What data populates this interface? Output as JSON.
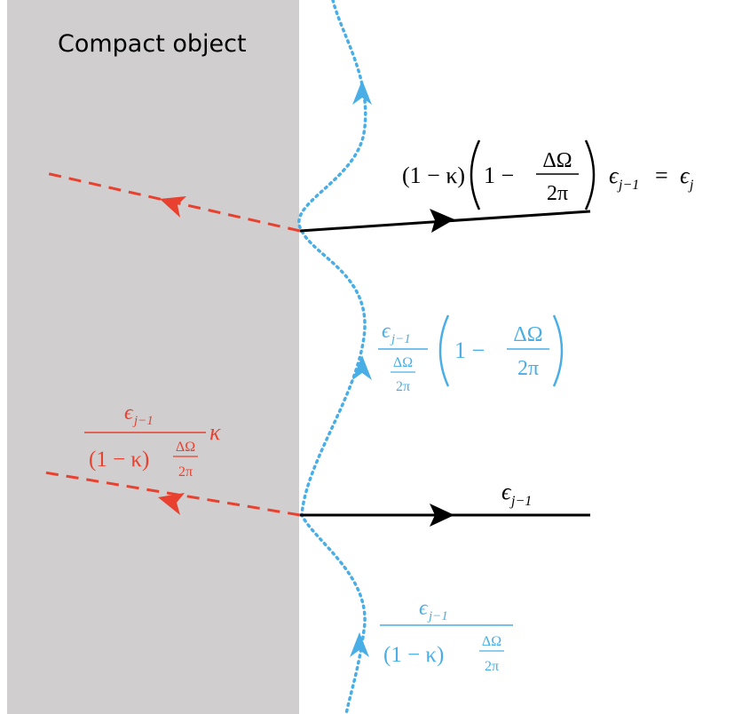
{
  "colors": {
    "compact_fill": "#d0cece",
    "outgoing": "#000000",
    "ingoing": "#e8412f",
    "surface": "#4aaee6"
  },
  "regions": {
    "compact_label": "Compact object"
  },
  "labels": {
    "outgoing_upper": {
      "one_minus_kappa": "(1 − κ)",
      "one_minus": "1 −",
      "frac_num": "ΔΩ",
      "frac_den": "2π",
      "eps_base": "ϵ",
      "eps_sub": "j−1",
      "equals": "=",
      "eps_j_base": "ϵ",
      "eps_j_sub": "j"
    },
    "outgoing_lower": {
      "eps_base": "ϵ",
      "eps_sub": "j−1"
    },
    "surface_middle": {
      "num_base": "ϵ",
      "num_sub": "j−1",
      "den_num": "ΔΩ",
      "den_den": "2π",
      "one_minus": "1 −",
      "frac_num": "ΔΩ",
      "frac_den": "2π"
    },
    "surface_lower": {
      "num_base": "ϵ",
      "num_sub": "j−1",
      "den_prefix": "(1 − κ)",
      "den_num": "ΔΩ",
      "den_den": "2π"
    },
    "ingoing": {
      "num_base": "ϵ",
      "num_sub": "j−1",
      "den_prefix": "(1 − κ)",
      "den_num": "ΔΩ",
      "den_den": "2π",
      "kappa": "κ"
    }
  }
}
